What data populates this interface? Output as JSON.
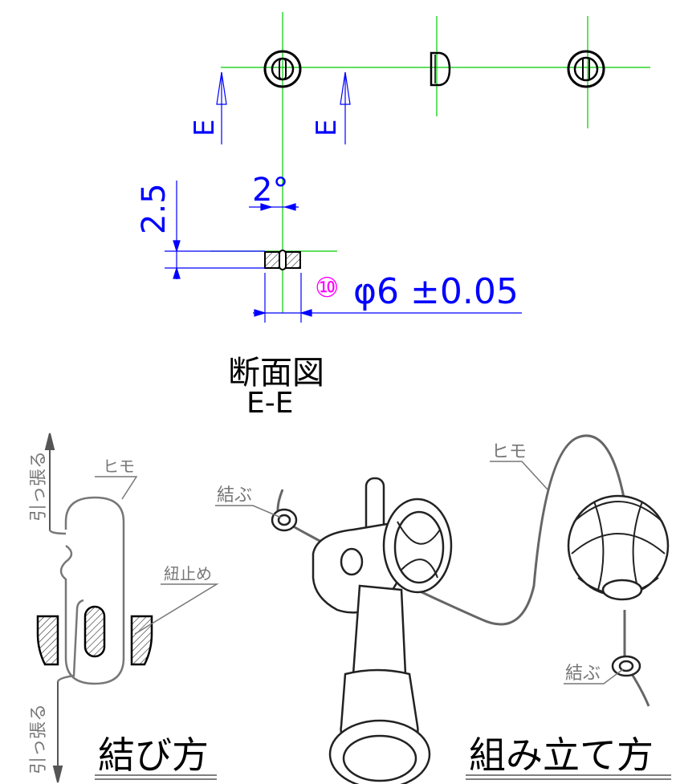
{
  "section_view": {
    "cut_label_left": "E",
    "cut_label_right": "E",
    "dim_height": "2.5",
    "dim_angle": "2°",
    "callout_number": "⑩",
    "dim_diameter": "φ6 ±0.05",
    "title": "断面図",
    "title_sub": "E-E"
  },
  "knot_diagram": {
    "pull_top": "引っ張る",
    "pull_bottom": "引っ張る",
    "string_label": "ヒモ",
    "stopper_label": "紐止め",
    "title": "結び方"
  },
  "assembly_diagram": {
    "string_label": "ヒモ",
    "tie_label_top": "結ぶ",
    "tie_label_bottom": "結ぶ",
    "title": "組み立て方"
  },
  "colors": {
    "centerline": "#00cc00",
    "dimension": "#0000ff",
    "callout": "#ff00ff",
    "outline": "#000000",
    "leader": "#777777"
  }
}
